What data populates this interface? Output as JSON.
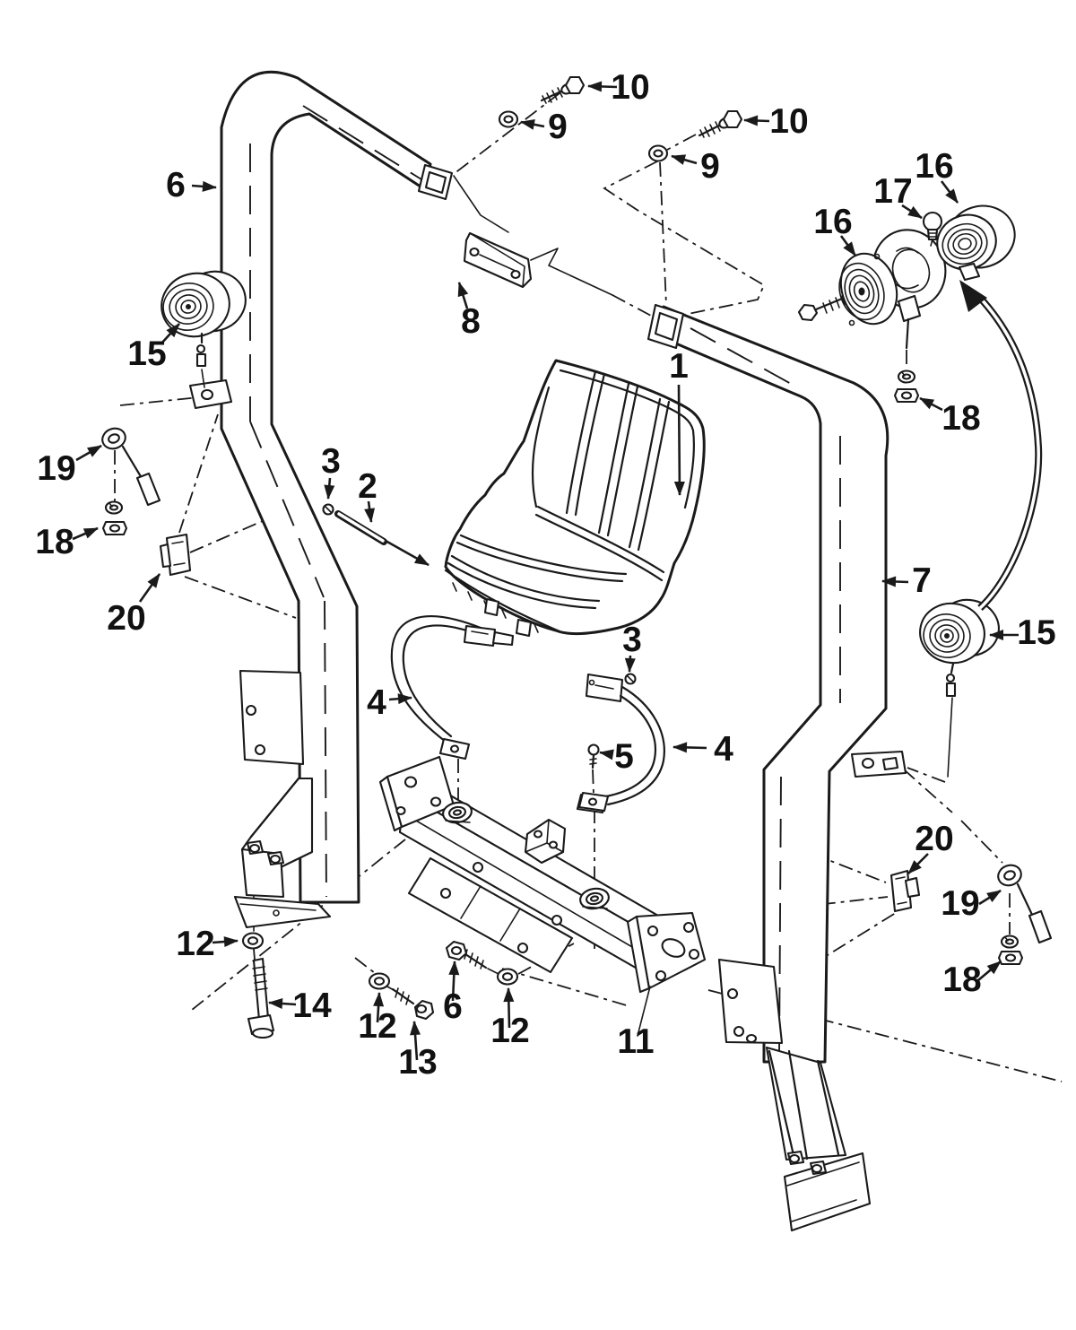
{
  "figure": {
    "background_color": "#ffffff",
    "line_color": "#1a1a1a",
    "callout_color": "#111111"
  },
  "callouts": [
    {
      "text": "10"
    },
    {
      "text": "9"
    },
    {
      "text": "10"
    },
    {
      "text": "9"
    },
    {
      "text": "6"
    },
    {
      "text": "16"
    },
    {
      "text": "17"
    },
    {
      "text": "16"
    },
    {
      "text": "8"
    },
    {
      "text": "15"
    },
    {
      "text": "1"
    },
    {
      "text": "18"
    },
    {
      "text": "19"
    },
    {
      "text": "3"
    },
    {
      "text": "2"
    },
    {
      "text": "18"
    },
    {
      "text": "20"
    },
    {
      "text": "7"
    },
    {
      "text": "15"
    },
    {
      "text": "3"
    },
    {
      "text": "4"
    },
    {
      "text": "5"
    },
    {
      "text": "4"
    },
    {
      "text": "20"
    },
    {
      "text": "19"
    },
    {
      "text": "12"
    },
    {
      "text": "18"
    },
    {
      "text": "14"
    },
    {
      "text": "12"
    },
    {
      "text": "6"
    },
    {
      "text": "12"
    },
    {
      "text": "13"
    },
    {
      "text": "11"
    }
  ]
}
